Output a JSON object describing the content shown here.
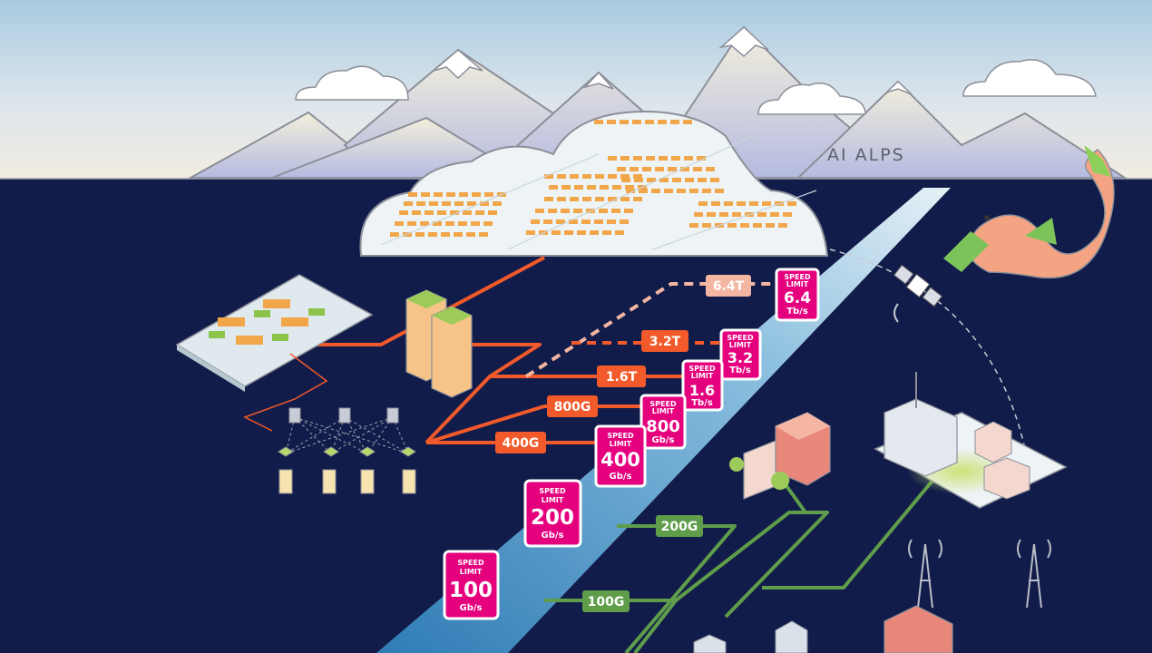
{
  "scene": {
    "mountains_label": "AI ALPS"
  },
  "colors": {
    "sky_top": "#a9cde3",
    "night": "#121c4a",
    "orange": "#f25a2b",
    "peach": "#f4b6a2",
    "green": "#5f9d4b",
    "magenta": "#e5007e",
    "highway": "#3f8fc6"
  },
  "rate_labels": {
    "r64": "6.4T",
    "r32": "3.2T",
    "r16": "1.6T",
    "r800": "800G",
    "r400": "400G",
    "r200": "200G",
    "r100": "100G"
  },
  "speed_signs": {
    "s64": {
      "line1": "SPEED",
      "line2": "LIMIT",
      "value": "6.4",
      "unit": "Tb/s"
    },
    "s32": {
      "line1": "SPEED",
      "line2": "LIMIT",
      "value": "3.2",
      "unit": "Tb/s"
    },
    "s16": {
      "line1": "SPEED",
      "line2": "LIMIT",
      "value": "1.6",
      "unit": "Tb/s"
    },
    "s800": {
      "line1": "SPEED",
      "line2": "LIMIT",
      "value": "800",
      "unit": "Gb/s"
    },
    "s400": {
      "line1": "SPEED",
      "line2": "LIMIT",
      "value": "400",
      "unit": "Gb/s"
    },
    "s200": {
      "line1": "SPEED",
      "line2": "LIMIT",
      "value": "200",
      "unit": "Gb/s"
    },
    "s100": {
      "line1": "SPEED",
      "line2": "LIMIT",
      "value": "100",
      "unit": "Gb/s"
    }
  }
}
